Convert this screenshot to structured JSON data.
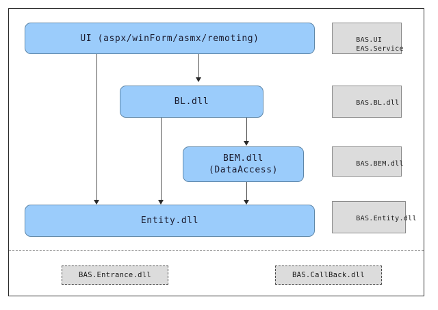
{
  "diagram": {
    "title": "Layered application architecture diagram",
    "colors": {
      "node_fill": "#9bccfb",
      "node_border": "#5d86a8",
      "tag_fill": "#dcdcdc",
      "tag_border": "#8a8a8a",
      "connector": "#4d4d4d",
      "frame_border": "#2b2b2b",
      "background": "#ffffff"
    },
    "nodes": [
      {
        "id": "ui",
        "label": "UI (aspx/winForm/asmx/remoting)",
        "label_line2": ""
      },
      {
        "id": "bl",
        "label": "BL.dll",
        "label_line2": ""
      },
      {
        "id": "bem",
        "label": "BEM.dll",
        "label_line2": "(DataAccess)"
      },
      {
        "id": "entity",
        "label": "Entity.dll",
        "label_line2": ""
      }
    ],
    "tags": [
      {
        "id": "tag-ui",
        "label": "BAS.UI",
        "label_line2": "EAS.Service"
      },
      {
        "id": "tag-bl",
        "label": "BAS.BL.dll",
        "label_line2": ""
      },
      {
        "id": "tag-bem",
        "label": "BAS.BEM.dll",
        "label_line2": ""
      },
      {
        "id": "tag-entity",
        "label": "BAS.Entity.dll",
        "label_line2": ""
      }
    ],
    "footer_tags": [
      {
        "id": "tag-entrance",
        "label": "BAS.Entrance.dll"
      },
      {
        "id": "tag-callback",
        "label": "BAS.CallBack.dll"
      }
    ],
    "connectors": [
      {
        "id": "ui-to-bl",
        "from": "ui",
        "to": "bl"
      },
      {
        "id": "ui-to-entity",
        "from": "ui",
        "to": "entity"
      },
      {
        "id": "bl-to-bem",
        "from": "bl",
        "to": "bem"
      },
      {
        "id": "bl-to-entity",
        "from": "bl",
        "to": "entity"
      },
      {
        "id": "bem-to-entity",
        "from": "bem",
        "to": "entity"
      }
    ]
  }
}
